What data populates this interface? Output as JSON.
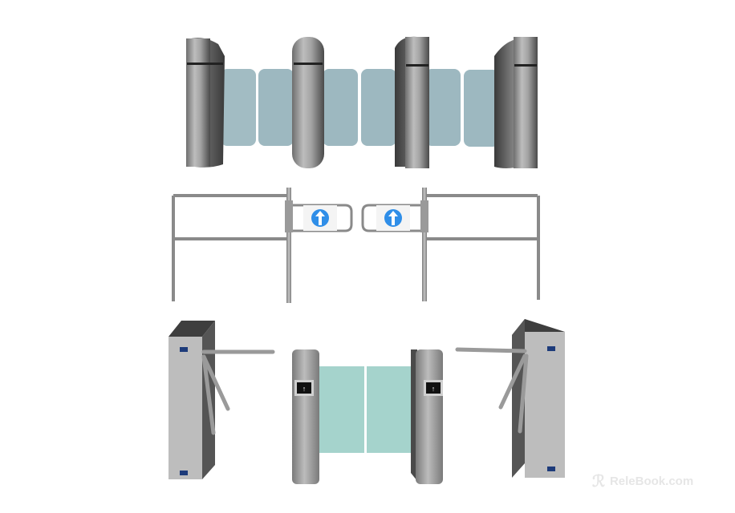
{
  "scene": {
    "description": "Three rows of access-control turnstile models on white background",
    "rows": [
      {
        "name": "swing-barrier-row",
        "type": "glass swing barrier gates",
        "posts": 4,
        "glass_panels": 6
      },
      {
        "name": "swing-gate-row",
        "type": "tubular swing gates with arrow signs",
        "arrow_icons": 2
      },
      {
        "name": "tripod-and-flap-row",
        "type": "tripod turnstiles and flap barrier",
        "tripods": 2,
        "flap_posts": 2
      }
    ],
    "colors": {
      "steel": "#8e8e8e",
      "steel_dark": "#4a4a4a",
      "glass_blue": "#9db8c0",
      "glass_teal": "#a5d3cc",
      "arrow_blue": "#2f8ee8",
      "indicator_navy": "#1d3b7a"
    }
  },
  "watermark": {
    "text": "ReleBook.com",
    "icon": "relebook-logo-icon"
  }
}
